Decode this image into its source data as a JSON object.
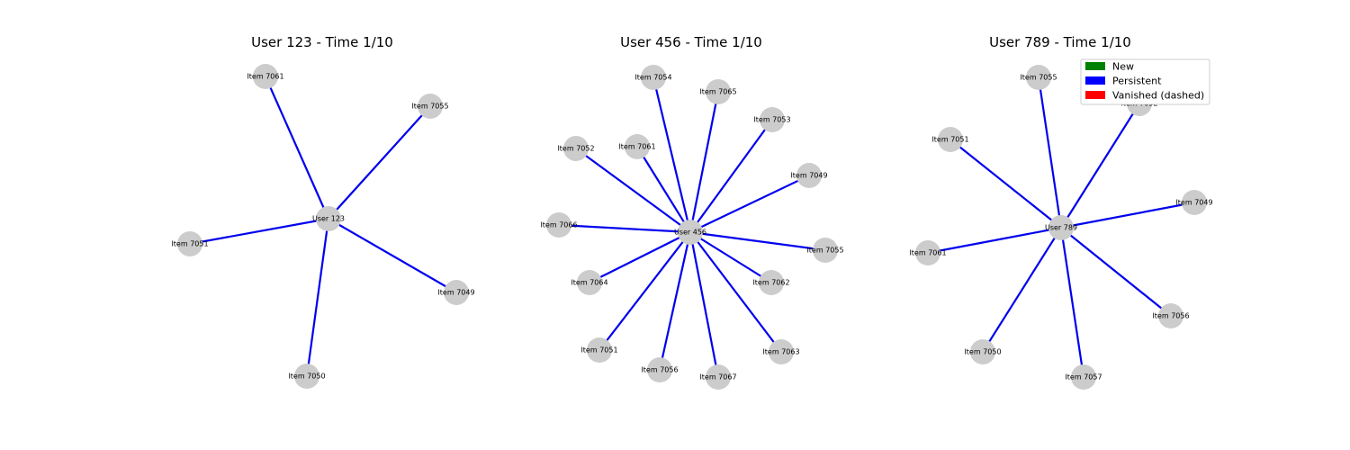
{
  "colors": {
    "node": "#cccccc",
    "new": "#008000",
    "persistent": "#0000ee",
    "vanished": "#ff0000"
  },
  "legend": {
    "items": [
      {
        "label": "New",
        "color": "#008000"
      },
      {
        "label": "Persistent",
        "color": "#0000ff"
      },
      {
        "label": "Vanished (dashed)",
        "color": "#ff0000"
      }
    ]
  },
  "panels": [
    {
      "title": "User 123 - Time 1/10",
      "center": "User 123",
      "items": [
        "Item 7061",
        "Item 7055",
        "Item 7051",
        "Item 7049",
        "Item 7050"
      ]
    },
    {
      "title": "User 456 - Time 1/10",
      "center": "User 456",
      "items": [
        "Item 7054",
        "Item 7065",
        "Item 7053",
        "Item 7052",
        "Item 7061",
        "Item 7049",
        "Item 7066",
        "Item 7055",
        "Item 7064",
        "Item 7062",
        "Item 7051",
        "Item 7063",
        "Item 7056",
        "Item 7067"
      ]
    },
    {
      "title": "User 789 - Time 1/10",
      "center": "User 789",
      "items": [
        "Item 7055",
        "Item 7052",
        "Item 7051",
        "Item 7049",
        "Item 7061",
        "Item 7056",
        "Item 7050",
        "Item 7057"
      ]
    }
  ]
}
